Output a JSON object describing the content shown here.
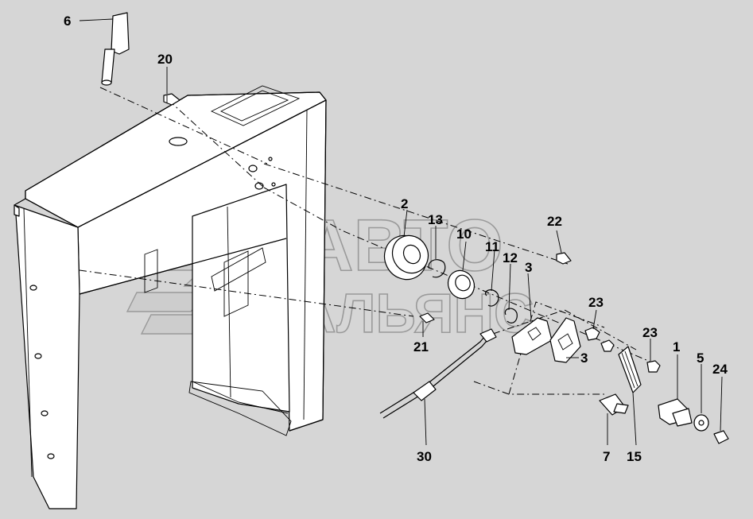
{
  "watermark": {
    "line1": "АВТО",
    "line2": "АЛЬЯНС"
  },
  "callouts": [
    {
      "id": "c6",
      "label": "6"
    },
    {
      "id": "c20",
      "label": "20"
    },
    {
      "id": "c2",
      "label": "2"
    },
    {
      "id": "c13",
      "label": "13"
    },
    {
      "id": "c10",
      "label": "10"
    },
    {
      "id": "c11",
      "label": "11"
    },
    {
      "id": "c12",
      "label": "12"
    },
    {
      "id": "c3a",
      "label": "3"
    },
    {
      "id": "c22",
      "label": "22"
    },
    {
      "id": "c23a",
      "label": "23"
    },
    {
      "id": "c23b",
      "label": "23"
    },
    {
      "id": "c3b",
      "label": "3"
    },
    {
      "id": "c1",
      "label": "1"
    },
    {
      "id": "c5",
      "label": "5"
    },
    {
      "id": "c24",
      "label": "24"
    },
    {
      "id": "c21",
      "label": "21"
    },
    {
      "id": "c30",
      "label": "30"
    },
    {
      "id": "c7",
      "label": "7"
    },
    {
      "id": "c15",
      "label": "15"
    }
  ],
  "colors": {
    "background": "#d6d6d6",
    "line": "#000000",
    "part_fill": "#ffffff",
    "watermark_stroke": "#9a9a9a"
  }
}
